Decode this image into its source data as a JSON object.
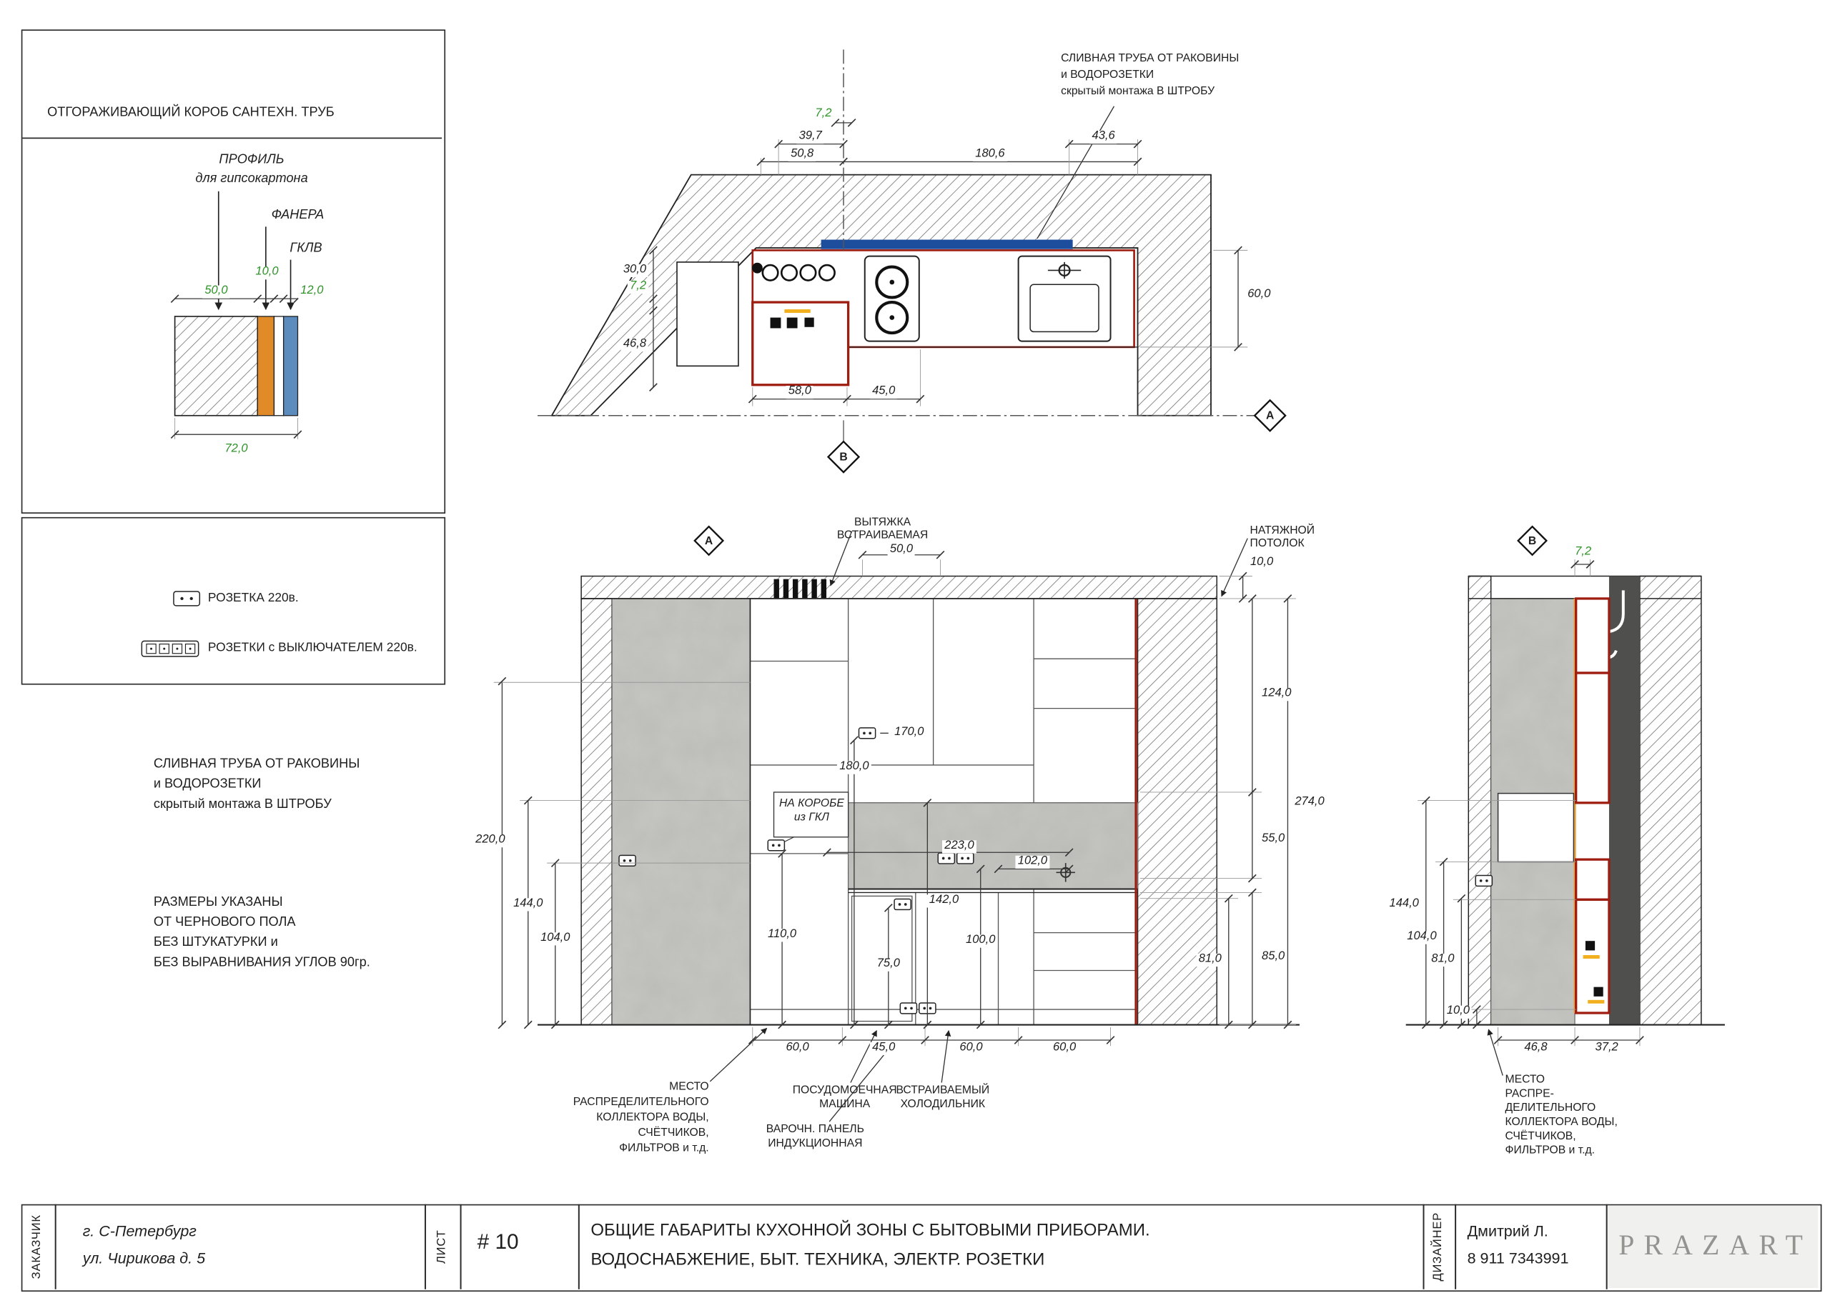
{
  "sheet": {
    "accent_green": "#2f9428",
    "accent_red": "#9e1d10",
    "accent_blue": "#1d4e9e",
    "accent_orange": "#e08a28"
  },
  "detail_box": {
    "title": "ОТГОРАЖИВАЮЩИЙ КОРОБ САНТЕХН. ТРУБ",
    "label_profile_1": "ПРОФИЛЬ",
    "label_profile_2": "для гипсокартона",
    "label_plywood": "ФАНЕРА",
    "label_gklv": "ГКЛВ",
    "dim_50": "50,0",
    "dim_10": "10,0",
    "dim_12": "12,0",
    "dim_total": "72,0"
  },
  "legend": {
    "socket_label": "РОЗЕТКА 220в.",
    "socket_switch_label": "РОЗЕТКИ с ВЫКЛЮЧАТЕЛЕМ 220в."
  },
  "notes": {
    "drain_line1": "СЛИВНАЯ ТРУБА ОТ РАКОВИНЫ",
    "drain_line2": "и ВОДОРОЗЕТКИ",
    "drain_line3": "скрытый монтажа В ШТРОБУ",
    "dims_line1": "РАЗМЕРЫ УКАЗАНЫ",
    "dims_line2": "ОТ ЧЕРНОВОГО ПОЛА",
    "dims_line3": "БЕЗ ШТУКАТУРКИ и",
    "dims_line4": "БЕЗ ВЫРАВНИВАНИЯ УГЛОВ 90гр."
  },
  "plan": {
    "callout_line1": "СЛИВНАЯ ТРУБА ОТ РАКОВИНЫ",
    "callout_line2": "и ВОДОРОЗЕТКИ",
    "callout_line3": "скрытый монтажа В ШТРОБУ",
    "marker_a": "А",
    "marker_b": "В",
    "dim_gap_top": "7,2",
    "dim_39_7": "39,7",
    "dim_50_8": "50,8",
    "dim_180_6": "180,6",
    "dim_43_6": "43,6",
    "dim_30": "30,0",
    "dim_gap_left": "7,2",
    "dim_46_8": "46,8",
    "dim_58": "58,0",
    "dim_45": "45,0",
    "dim_60": "60,0"
  },
  "elevA": {
    "marker": "А",
    "hood_label_1": "ВЫТЯЖКА",
    "hood_label_2": "ВСТРАИВАЕМАЯ",
    "dim_hood": "50,0",
    "ceiling_label_1": "НАТЯЖНОЙ",
    "ceiling_label_2": "ПОТОЛОК",
    "dim_ceiling": "10,0",
    "box_label_1": "НА КОРОБЕ",
    "box_label_2": "из ГКЛ",
    "dim_220": "220,0",
    "dim_144": "144,0",
    "dim_104": "104,0",
    "dim_110": "110,0",
    "dim_75": "75,0",
    "dim_180": "180,0",
    "dim_170": "170,0",
    "dim_223": "223,0",
    "dim_102": "102,0",
    "dim_142": "142,0",
    "dim_100": "100,0",
    "dim_124": "124,0",
    "dim_274": "274,0",
    "dim_55": "55,0",
    "dim_85": "85,0",
    "dim_81": "81,0",
    "dim_b1": "60,0",
    "dim_b2": "45,0",
    "dim_b3": "60,0",
    "dim_b4": "60,0",
    "note_collector_1": "МЕСТО",
    "note_collector_2": "РАСПРЕДЕЛИТЕЛЬНОГО",
    "note_collector_3": "КОЛЛЕКТОРА ВОДЫ,",
    "note_collector_4": "СЧЁТЧИКОВ,",
    "note_collector_5": "ФИЛЬТРОВ и т.д.",
    "note_dishwasher_1": "ПОСУДОМОЕЧНАЯ",
    "note_dishwasher_2": "МАШИНА",
    "note_hob_1": "ВАРОЧН. ПАНЕЛЬ",
    "note_hob_2": "ИНДУКЦИОННАЯ",
    "note_fridge_1": "ВСТРАИВАЕМЫЙ",
    "note_fridge_2": "ХОЛОДИЛЬНИК"
  },
  "elevB": {
    "marker": "В",
    "dim_gap": "7,2",
    "dim_144": "144,0",
    "dim_104": "104,0",
    "dim_81": "81,0",
    "dim_10": "10,0",
    "dim_46_8": "46,8",
    "dim_37_2": "37,2",
    "note_1": "МЕСТО",
    "note_2": "РАСПРЕ-",
    "note_3": "ДЕЛИТЕЛЬНОГО",
    "note_4": "КОЛЛЕКТОРА ВОДЫ,",
    "note_5": "СЧЁТЧИКОВ,",
    "note_6": "ФИЛЬТРОВ и т.д."
  },
  "titleblock": {
    "customer_label": "ЗАКАЗЧИК",
    "customer_line1": "г. С-Петербург",
    "customer_line2": "ул. Чирикова д. 5",
    "sheet_label": "ЛИСТ",
    "sheet_number": "# 10",
    "title_line1": "ОБЩИЕ ГАБАРИТЫ КУХОННОЙ ЗОНЫ С БЫТОВЫМИ ПРИБОРАМИ.",
    "title_line2": "ВОДОСНАБЖЕНИЕ, БЫТ. ТЕХНИКА, ЭЛЕКТР. РОЗЕТКИ",
    "designer_label": "ДИЗАЙНЕР",
    "designer_name": "Дмитрий Л.",
    "designer_phone": "8 911 7343991",
    "logo": "PRAZART"
  }
}
